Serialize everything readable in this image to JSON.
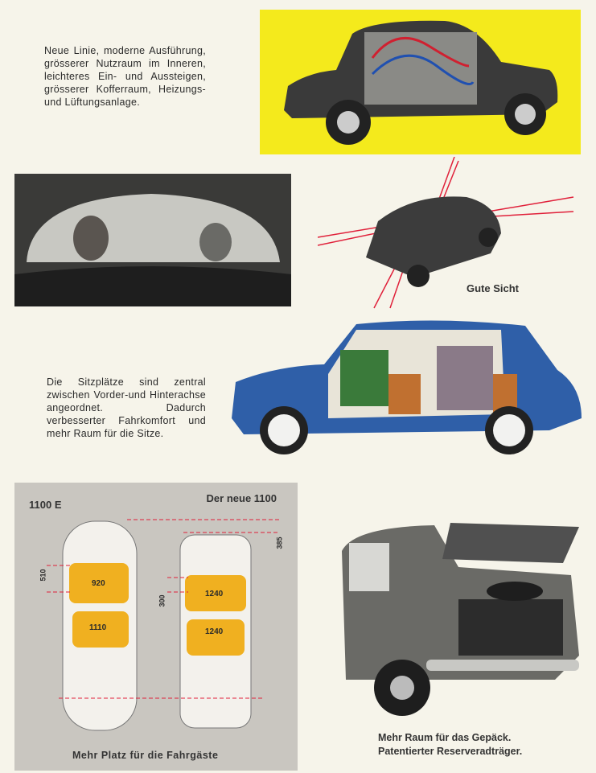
{
  "intro_text": "Neue Linie, moderne Ausführung, grösserer Nutzraum im Inneren, leichteres Ein- und Aussteigen, grösserer Kofferraum, Heizungs-und Lüftungsanlage.",
  "visibility_caption": "Gute Sicht",
  "seating_text": "Die Sitzplätze sind zentral zwischen Vorder-und Hinterachse angeordnet. Dadurch verbesserter Fahrkomfort und mehr Raum für die Sitze.",
  "diagram": {
    "left_label": "1100 E",
    "right_label": "Der neue 1100",
    "dims": {
      "old_front_offset": "510",
      "old_front_width": "920",
      "old_rear_width": "1110",
      "new_front_offset": "300",
      "new_front_width": "1240",
      "new_rear_width": "1240",
      "new_length_gain": "385"
    },
    "caption": "Mehr Platz für die Fahrgäste"
  },
  "trunk_caption_1": "Mehr Raum für das Gepäck.",
  "trunk_caption_2": "Patentierter Reserveradträger.",
  "colors": {
    "yellow": "#f4ea1c",
    "seat": "#f0b020",
    "sightline": "#e0203a",
    "blue_car": "#2f5fa8"
  }
}
